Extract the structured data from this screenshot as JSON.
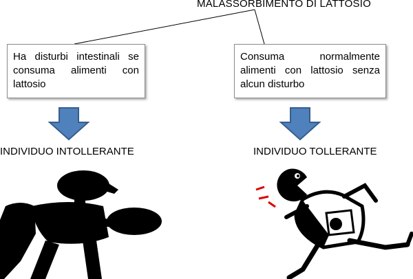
{
  "diagram": {
    "title": "MALASSORBIMENTO DI LATTOSIO",
    "left": {
      "box_lines": [
        "Ha disturbi intestinali se",
        "consuma alimenti con",
        "lattosio"
      ],
      "result": "INDIVIDUO INTOLLERANTE"
    },
    "right": {
      "box_lines": [
        "Consuma normalmente",
        "alimenti con lattosio senza",
        "alcun disturbo"
      ],
      "result": "INDIVIDUO TOLLERANTE"
    },
    "colors": {
      "arrow_fill": "#4f81bd",
      "arrow_stroke": "#385d8a",
      "accent_red": "#e00000",
      "figure": "#000000"
    },
    "icons": [
      "down-arrow-icon",
      "crouching-figure-icon",
      "running-figure-icon"
    ]
  }
}
